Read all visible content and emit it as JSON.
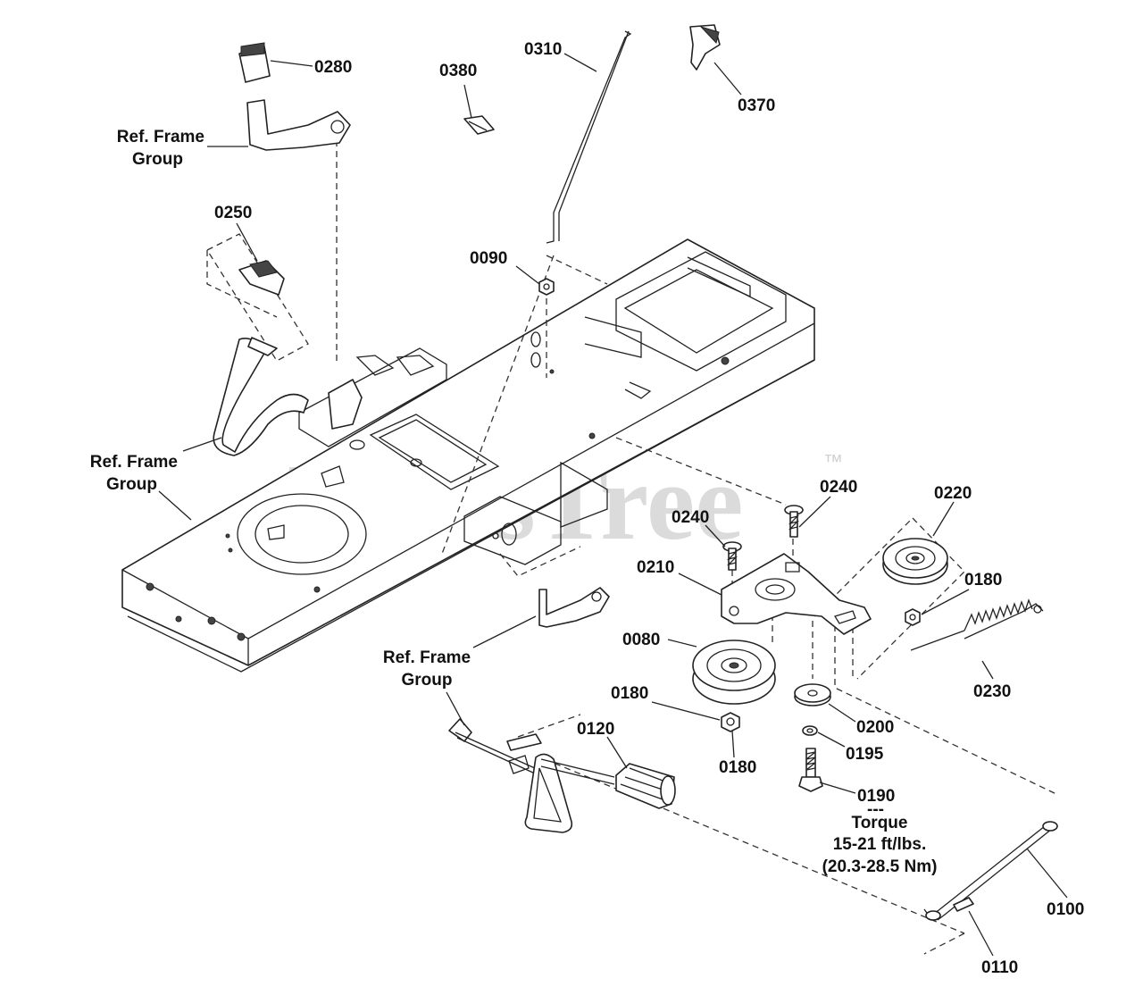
{
  "watermark": {
    "text": "PartsTree",
    "trademark": "™"
  },
  "labels": {
    "p0280": "0280",
    "p0380": "0380",
    "p0310": "0310",
    "p0370": "0370",
    "ref_frame_1_line1": "Ref. Frame",
    "ref_frame_1_line2": "Group",
    "p0250": "0250",
    "p0090": "0090",
    "ref_frame_2_line1": "Ref. Frame",
    "ref_frame_2_line2": "Group",
    "p0240a": "0240",
    "p0240b": "0240",
    "p0220": "0220",
    "p0210": "0210",
    "p0180a": "0180",
    "p0080": "0080",
    "p0180b": "0180",
    "p0180c": "0180",
    "p0230": "0230",
    "p0200": "0200",
    "p0195": "0195",
    "p0190": "0190",
    "torque_sep": "---",
    "torque_title": "Torque",
    "torque_value1": "15-21 ft/lbs.",
    "torque_value2": "(20.3-28.5 Nm)",
    "ref_frame_3_line1": "Ref. Frame",
    "ref_frame_3_line2": "Group",
    "p0120": "0120",
    "p0100": "0100",
    "p0110": "0110"
  }
}
